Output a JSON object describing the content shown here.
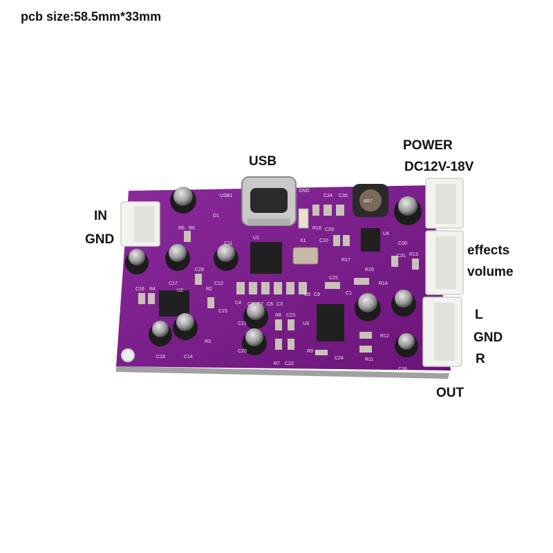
{
  "header": {
    "pcb_size": "pcb size:58.5mm*33mm"
  },
  "labels": {
    "usb": "USB",
    "power_line1": "POWER",
    "power_line2": "DC12V-18V",
    "in_line1": "IN",
    "in_line2": "GND",
    "effects_line1": "effects",
    "effects_line2": "volume",
    "out_l": "L",
    "out_gnd": "GND",
    "out_r": "R",
    "out": "OUT"
  },
  "silkscreen": [
    "USB1",
    "GND",
    "C34",
    "C35",
    "4R7",
    "R18",
    "C33",
    "C10",
    "U4",
    "C30",
    "D1",
    "R5",
    "R6",
    "C11",
    "U1",
    "X1",
    "R17",
    "R16",
    "R13",
    "C31",
    "C17",
    "C28",
    "C12",
    "C16",
    "R4",
    "U2",
    "C25",
    "R14",
    "C1",
    "R2",
    "C15",
    "C4",
    "C2",
    "C7",
    "C6",
    "C3",
    "C8",
    "C9",
    "R8",
    "C23",
    "C21",
    "U3",
    "C18",
    "C14",
    "R3",
    "C20",
    "R7",
    "C22",
    "R9",
    "C24",
    "R12",
    "R11",
    "C26"
  ],
  "colors": {
    "pcb": "#7a1a8a",
    "connector": "#f2f2ef",
    "capacitor": "#1c1c1c",
    "chip": "#202020"
  }
}
